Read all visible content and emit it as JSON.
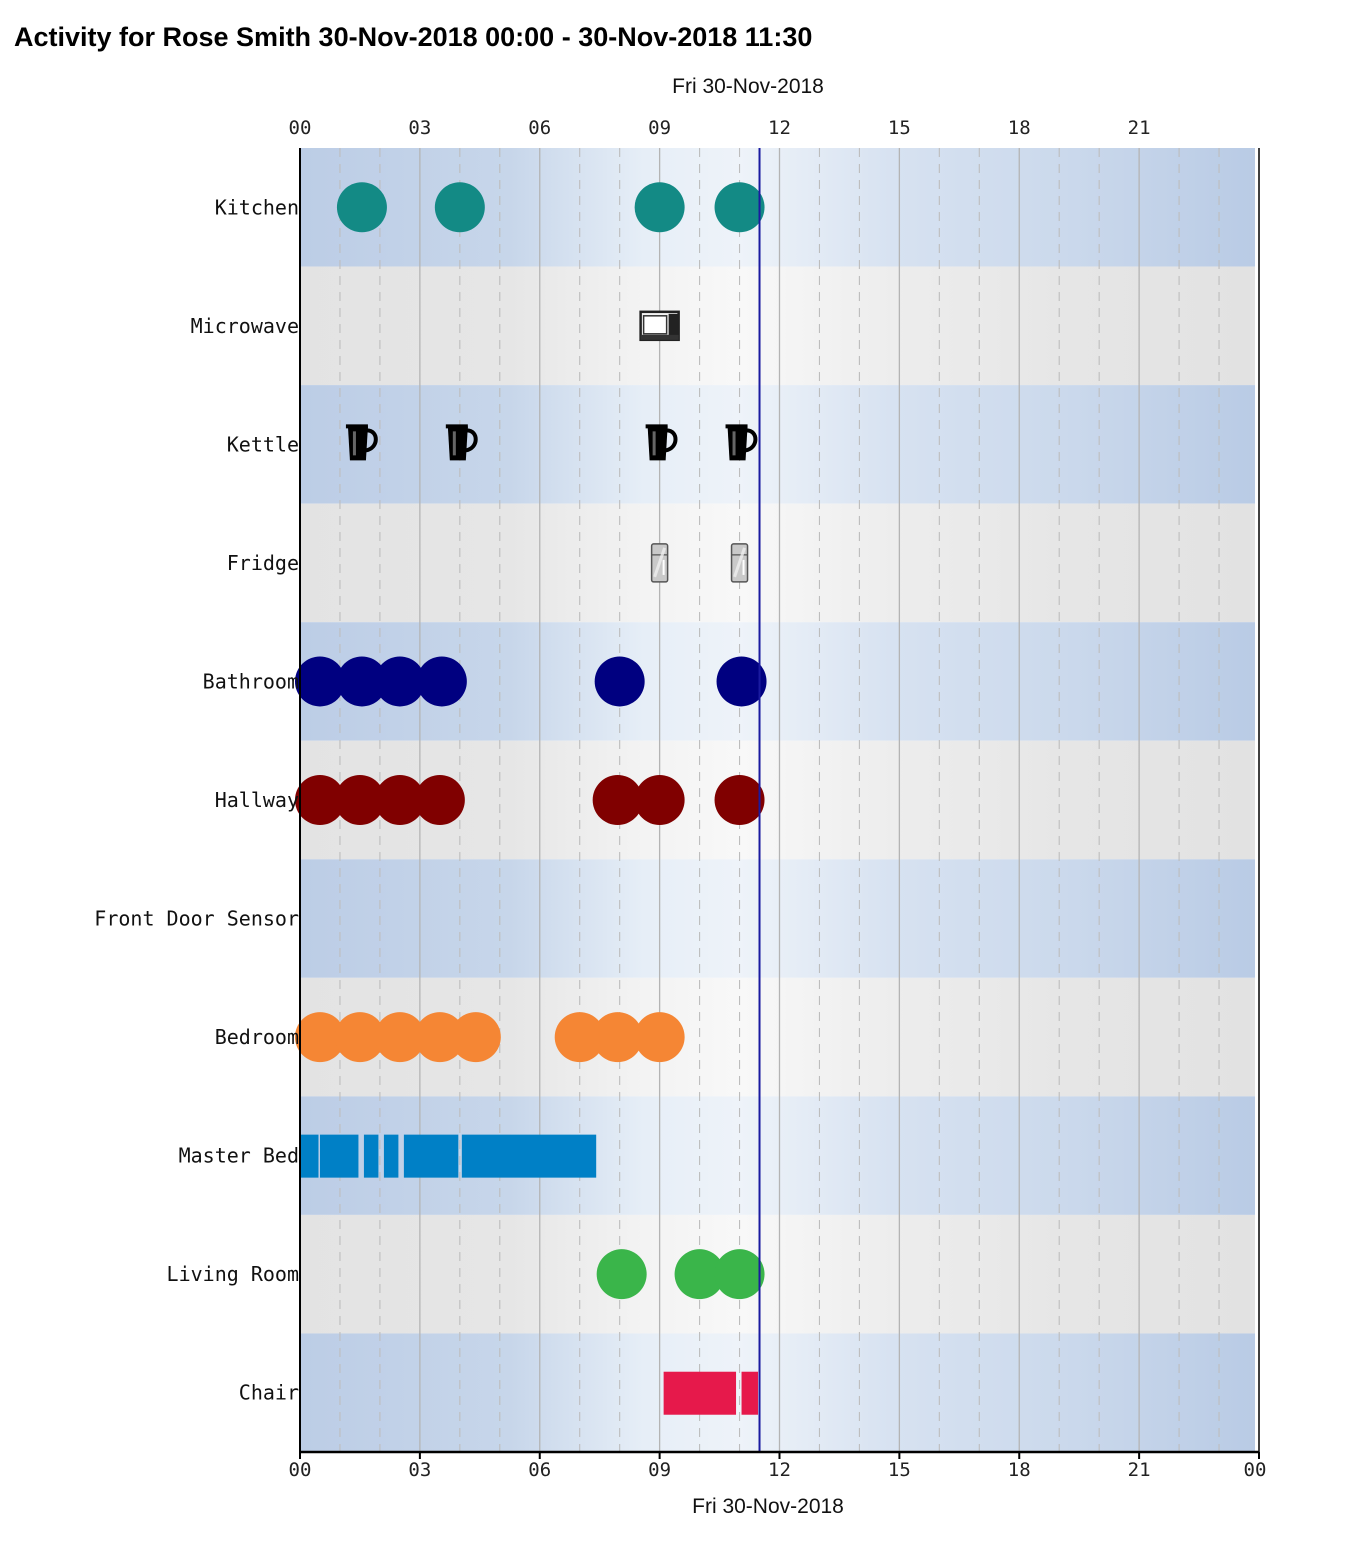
{
  "title": "Activity for Rose Smith 30-Nov-2018 00:00 - 30-Nov-2018 11:30",
  "chart_data": {
    "type": "timeline",
    "date_label": "Fri 30-Nov-2018",
    "x_unit": "hour of day",
    "xlim": [
      0,
      24
    ],
    "x_ticks": [
      "00",
      "03",
      "06",
      "09",
      "12",
      "15",
      "18",
      "21"
    ],
    "x_ticks_bottom": [
      "00",
      "03",
      "06",
      "09",
      "12",
      "15",
      "18",
      "21",
      "00"
    ],
    "current_time": 11.5,
    "rows": [
      {
        "label": "Kitchen",
        "marker": "circle",
        "color": "#138a85",
        "events": [
          1.55,
          4.0,
          9.0,
          11.0
        ]
      },
      {
        "label": "Microwave",
        "marker": "microwave-icon",
        "color": "#333333",
        "events": [
          9.0
        ]
      },
      {
        "label": "Kettle",
        "marker": "kettle-icon",
        "color": "#000000",
        "events": [
          1.5,
          4.0,
          9.0,
          11.0
        ]
      },
      {
        "label": "Fridge",
        "marker": "fridge-icon",
        "color": "#999999",
        "events": [
          9.0,
          11.0
        ]
      },
      {
        "label": "Bathroom",
        "marker": "circle",
        "color": "#000080",
        "events": [
          0.5,
          1.55,
          2.5,
          3.55,
          8.0,
          11.05
        ]
      },
      {
        "label": "Hallway",
        "marker": "circle",
        "color": "#800000",
        "events": [
          0.5,
          1.5,
          2.5,
          3.5,
          7.95,
          9.0,
          11.0
        ]
      },
      {
        "label": "Front Door Sensor",
        "marker": "circle",
        "color": "#000000",
        "events": []
      },
      {
        "label": "Bedroom",
        "marker": "circle",
        "color": "#f58634",
        "events": [
          0.5,
          1.5,
          2.5,
          3.5,
          4.4,
          7.0,
          7.95,
          9.0
        ]
      },
      {
        "label": "Master Bed",
        "marker": "bar",
        "color": "#0080c6",
        "intervals": [
          [
            0.0,
            0.5
          ],
          [
            0.5,
            1.5
          ],
          [
            1.6,
            2.0
          ],
          [
            2.1,
            2.5
          ],
          [
            2.6,
            4.0
          ],
          [
            4.05,
            7.45
          ]
        ]
      },
      {
        "label": "Living Room",
        "marker": "circle",
        "color": "#3ab54a",
        "events": [
          8.05,
          10.0,
          11.0
        ]
      },
      {
        "label": "Chair",
        "marker": "bar",
        "color": "#e6194b",
        "intervals": [
          [
            9.1,
            10.95
          ],
          [
            11.05,
            11.5
          ]
        ]
      }
    ]
  }
}
